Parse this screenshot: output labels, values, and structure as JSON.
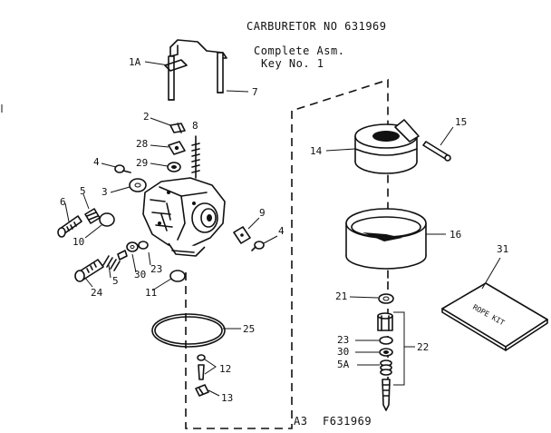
{
  "header": {
    "title": "CARBURETOR NO 631969",
    "subtitle_line1": "Complete Asm.",
    "subtitle_line2": "Key No.  1"
  },
  "footer": {
    "page_code": "A3",
    "figure_code": "F631969"
  },
  "parts": {
    "p1a": "1A",
    "p2": "2",
    "p3": "3",
    "p4_left": "4",
    "p4_right": "4",
    "p5_upper": "5",
    "p5_lower": "5",
    "p6": "6",
    "p7": "7",
    "p8": "8",
    "p9": "9",
    "p10": "10",
    "p11": "11",
    "p12": "12",
    "p13": "13",
    "p14": "14",
    "p15": "15",
    "p16": "16",
    "p21": "21",
    "p22": "22",
    "p23_center": "23",
    "p23_right": "23",
    "p24": "24",
    "p25": "25",
    "p28": "28",
    "p29": "29",
    "p30_center": "30",
    "p30_right": "30",
    "p31": "31",
    "p5a": "5A"
  },
  "kit_label": "ROPE KIT"
}
